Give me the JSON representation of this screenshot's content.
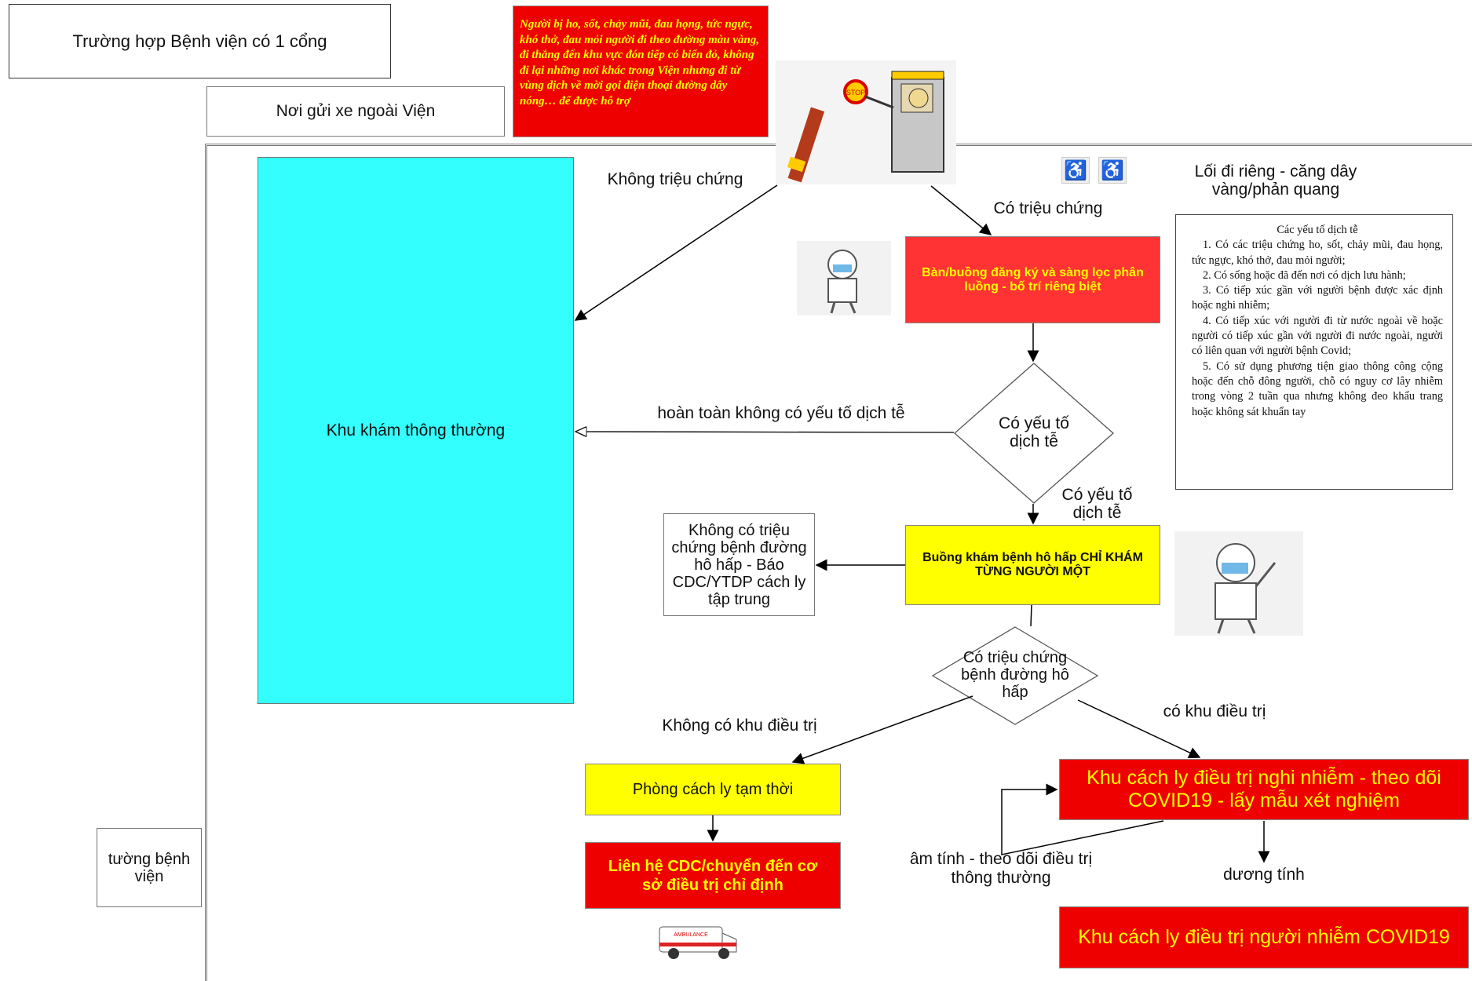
{
  "title_box": "Trường hợp Bệnh viện có 1 cổng",
  "parking_box": "Nơi gửi xe ngoài Viện",
  "warning_note": "Người bị ho, sốt, chảy mũi, đau họng, tức ngực, khó thở, đau mỏi người đi theo đường màu vàng, đi thẳng đến khu vực đón tiếp có biển đỏ, không đi lại những nơi khác trong Viện nhưng đi từ vùng dịch về mời gọi điện thoại đường dây nóng… để được hỗ trợ",
  "gate_sign": "STOP",
  "label_no_symptom": "Không triệu chứng",
  "label_symptom": "Có triệu chứng",
  "separate_path": "Lối đi riêng - căng dây vàng/phản quang",
  "normal_area": "Khu khám thông thường",
  "registration_box": "Bàn/buồng đăng ký và sàng lọc phân luồng - bố trí riêng biệt",
  "epi_factors": {
    "title": "Các yếu tố dịch tễ",
    "items": [
      "1. Có các triệu chứng ho, sốt, chảy mũi, đau họng, tức ngực, khó thở, đau mỏi người;",
      "2. Có sống hoặc đã đến nơi có dịch lưu hành;",
      "3. Có tiếp xúc gần với người bệnh được xác định hoặc nghi nhiễm;",
      "4. Có tiếp xúc với người đi từ nước ngoài về hoặc người có tiếp xúc gần với người đi nước ngoài, người có liên quan với người bệnh Covid;",
      "5. Có sử dụng phương tiện giao thông công cộng hoặc đến chỗ đông người, chỗ có nguy cơ lây nhiễm trong vòng 2 tuần qua nhưng không đeo khẩu trang hoặc không sát khuẩn tay"
    ]
  },
  "diamond_epi": "Có yếu tố dịch tễ",
  "label_no_epi": "hoàn toàn không có yếu tố dịch tễ",
  "label_has_epi": "Có yếu tố dịch tễ",
  "respiratory_room": "Buồng khám bệnh hô hấp CHỈ KHÁM TỪNG NGƯỜI MỘT",
  "no_resp_box": "Không có triệu chứng bệnh đường hô hấp - Báo CDC/YTDP cách ly tập trung",
  "diamond_resp": "Có triệu chứng bệnh đường hô hấp",
  "label_no_treatment": "Không có khu điều trị",
  "label_has_treatment": "có khu điều trị",
  "temp_isolation": "Phòng cách ly tạm thời",
  "contact_cdc": "Liên hệ CDC/chuyển đến cơ sở điều trị chỉ định",
  "suspected_area": "Khu cách ly điều trị nghi nhiễm - theo dõi COVID19 - lấy mẫu xét nghiệm",
  "label_negative": "âm tính - theo dõi điều trị thông thường",
  "label_positive": "dương tính",
  "confirmed_area": "Khu cách ly điều trị  người nhiễm COVID19",
  "wall_label": "tường bệnh viện",
  "ambulance_text": "AMBULANCE",
  "colors": {
    "cyan": "#33ffff",
    "red": "#ff3333",
    "red2": "#ee0000",
    "yellow": "#ffff00",
    "note_text": "#ffff00"
  }
}
